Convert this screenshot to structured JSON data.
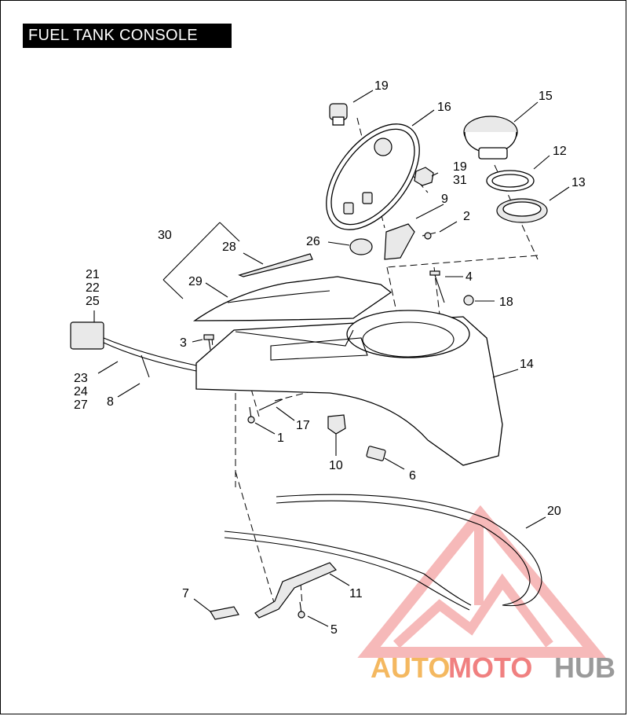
{
  "title": "FUEL TANK CONSOLE",
  "callouts": {
    "c1": "1",
    "c2": "2",
    "c3": "3",
    "c4": "4",
    "c5": "5",
    "c6": "6",
    "c7": "7",
    "c8": "8",
    "c9": "9",
    "c10": "10",
    "c11": "11",
    "c12": "12",
    "c13": "13",
    "c14": "14",
    "c15": "15",
    "c16": "16",
    "c17": "17",
    "c18": "18",
    "c19a": "19",
    "c19b": "19",
    "c31": "31",
    "c20": "20",
    "c21": "21",
    "c22": "22",
    "c25": "25",
    "c23": "23",
    "c24": "24",
    "c27": "27",
    "c26": "26",
    "c28": "28",
    "c29": "29",
    "c30": "30"
  },
  "watermark": {
    "part1": "AUTO",
    "part2": "MOTO",
    "part3": "HUB",
    "color_orange": "#f4b860",
    "color_red": "#f08080",
    "color_gray": "#9a9a9a"
  }
}
